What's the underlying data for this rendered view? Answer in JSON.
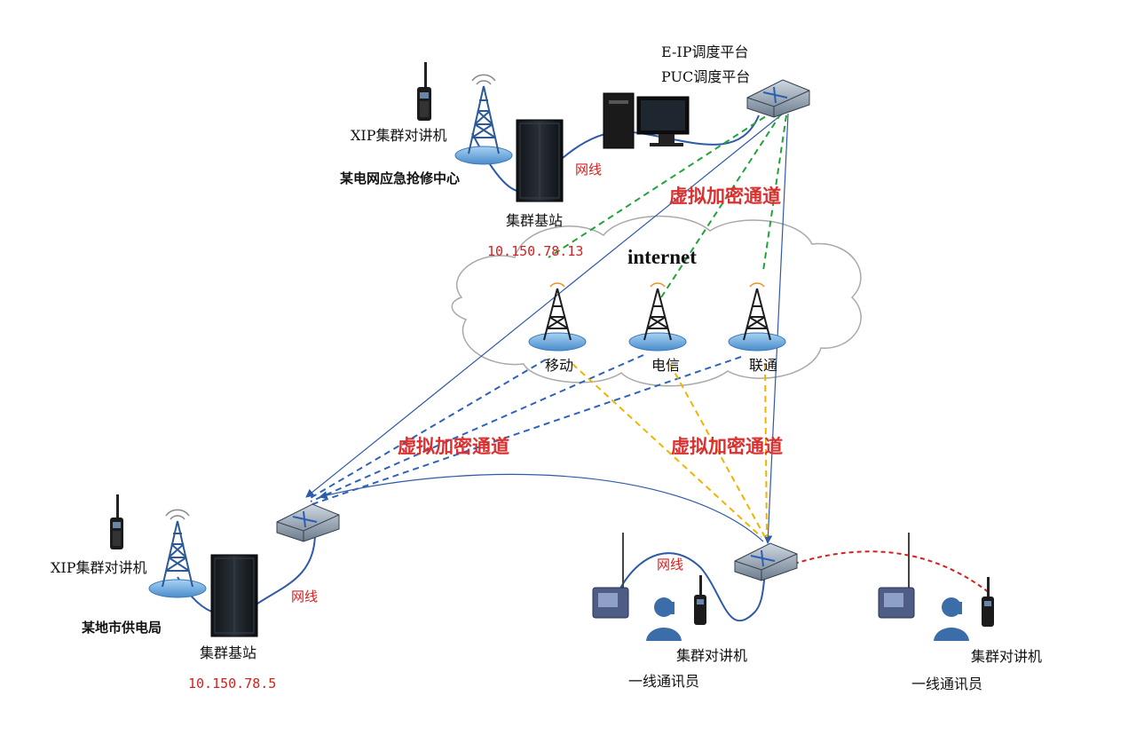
{
  "diagram": {
    "center": {
      "name": "某电网应急抢修中心",
      "radio_label": "XIP集群对讲机",
      "base_station_label": "集群基站",
      "base_station_ip": "10.150.78.13",
      "cable_label": "网线",
      "platform_line1": "E-IP调度平台",
      "platform_line2": "PUC调度平台"
    },
    "internet": {
      "label": "internet",
      "carriers": [
        "移动",
        "电信",
        "联通"
      ]
    },
    "tunnel_labels": [
      "虚拟加密通道",
      "虚拟加密通道",
      "虚拟加密通道"
    ],
    "local": {
      "name": "某地市供电局",
      "radio_label": "XIP集群对讲机",
      "base_station_label": "集群基站",
      "base_station_ip": "10.150.78.5",
      "cable_label": "网线"
    },
    "field": {
      "cable_label": "网线",
      "group1_radio": "集群对讲机",
      "group1_staff": "一线通讯员",
      "group2_radio": "集群对讲机",
      "group2_staff": "一线通讯员"
    },
    "colors": {
      "solid_link": "#2e5aa8",
      "green_tunnel": "#22a33a",
      "blue_tunnel": "#2f62b8",
      "yellow_tunnel": "#f0b400",
      "red_link": "#d42020",
      "label_red": "#d42020"
    }
  }
}
